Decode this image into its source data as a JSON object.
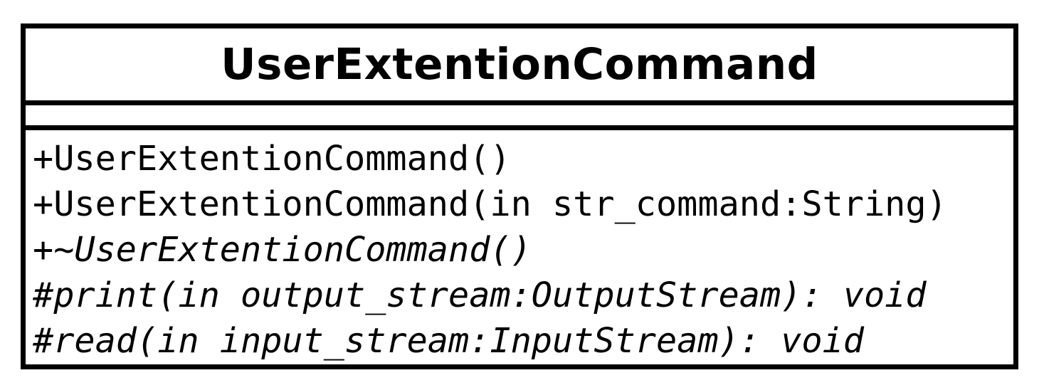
{
  "class": {
    "name": "UserExtentionCommand",
    "attributes": [],
    "operations": [
      {
        "text": "+UserExtentionCommand()",
        "abstract": false
      },
      {
        "text": "+UserExtentionCommand(in str_command:String)",
        "abstract": false
      },
      {
        "text": "+~UserExtentionCommand()",
        "abstract": true
      },
      {
        "text": "#print(in output_stream:OutputStream): void",
        "abstract": true
      },
      {
        "text": "#read(in input_stream:InputStream): void",
        "abstract": true
      }
    ]
  },
  "colors": {
    "border": "#000000",
    "background": "#ffffff",
    "text": "#000000"
  }
}
